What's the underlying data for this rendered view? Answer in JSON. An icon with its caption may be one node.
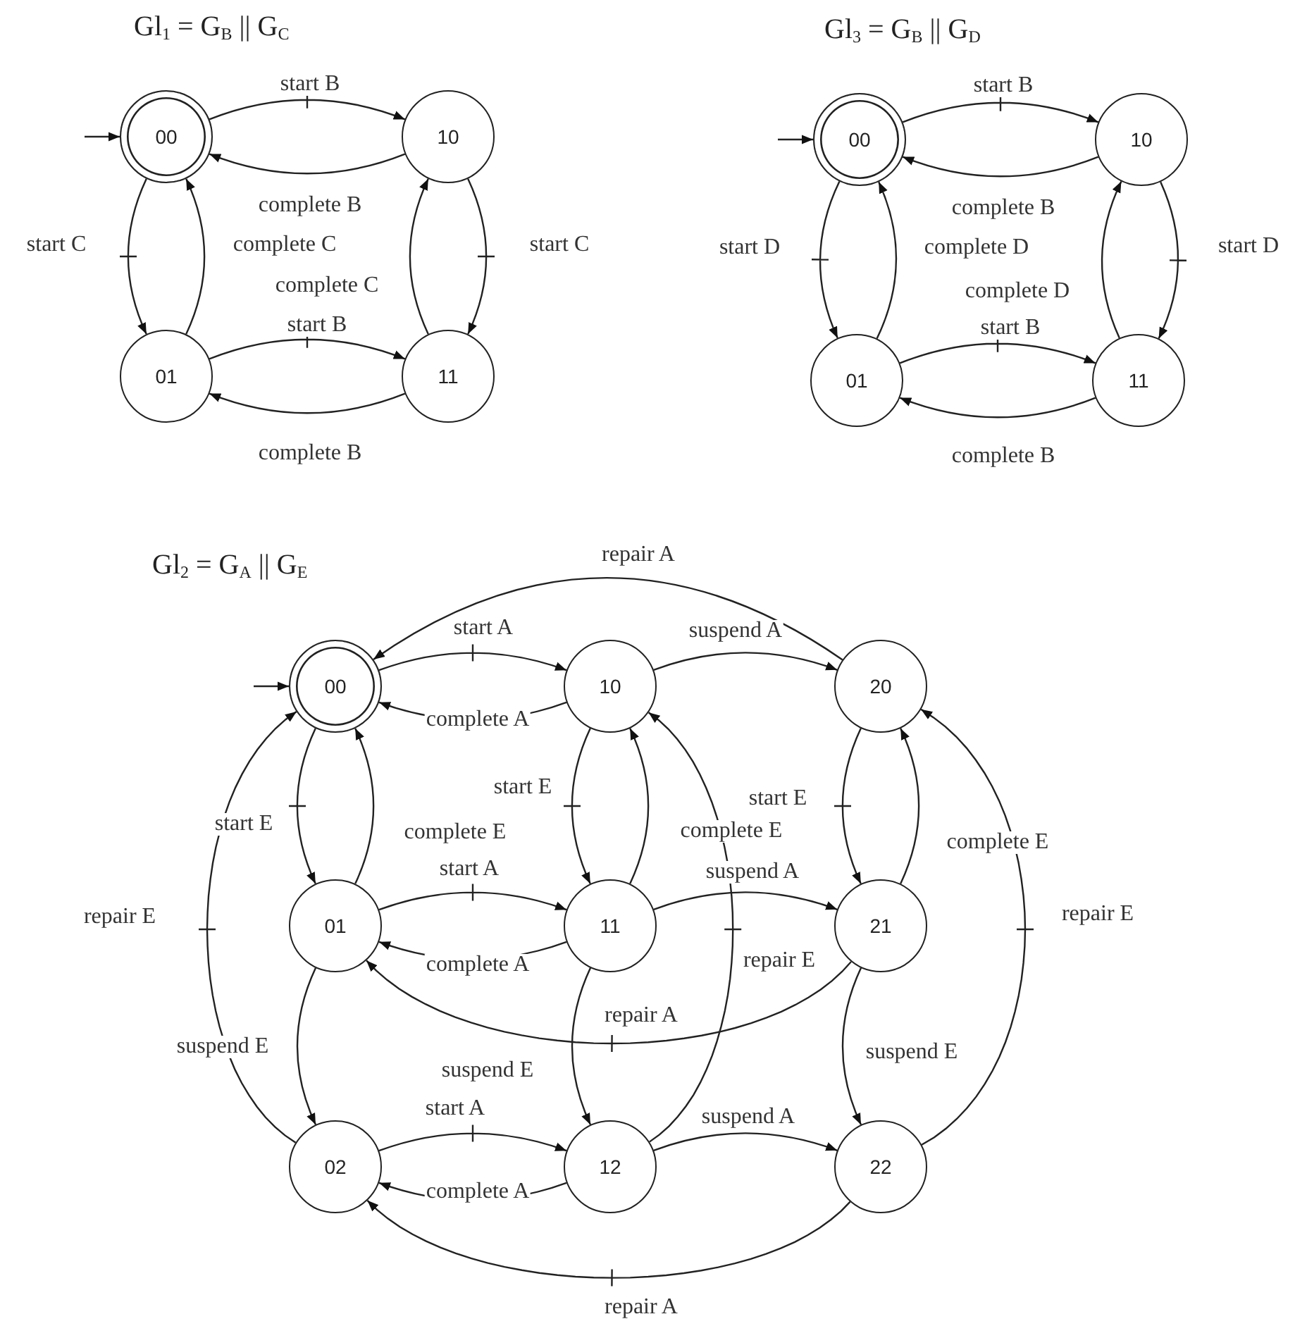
{
  "diagram": {
    "nodes": [
      {
        "text": [
          "00"
        ]
      },
      {
        "text": [
          "10"
        ]
      },
      {
        "text": [
          "01"
        ]
      },
      {
        "text": [
          "11"
        ]
      },
      {
        "text": [
          "00"
        ]
      },
      {
        "text": [
          "10"
        ]
      },
      {
        "text": [
          "01"
        ]
      },
      {
        "text": [
          "11"
        ]
      },
      {
        "text": [
          "00"
        ]
      },
      {
        "text": [
          "10"
        ]
      },
      {
        "text": [
          "20"
        ]
      },
      {
        "text": [
          "01"
        ]
      },
      {
        "text": [
          "11"
        ]
      },
      {
        "text": [
          "21"
        ]
      },
      {
        "text": [
          "02"
        ]
      },
      {
        "text": [
          "12"
        ]
      },
      {
        "text": [
          "22"
        ]
      }
    ],
    "edges": [
      {
        "from": null,
        "to": 0,
        "arrow": "to"
      },
      {
        "from": 0,
        "to": 1,
        "arrow": "to",
        "label": "start B"
      },
      {
        "from": 1,
        "to": 0,
        "arrow": "to",
        "label": "complete B"
      },
      {
        "from": 0,
        "to": 2,
        "arrow": "to",
        "label": "start C"
      },
      {
        "from": 2,
        "to": 0,
        "arrow": "to",
        "label": "complete C"
      },
      {
        "from": 1,
        "to": 3,
        "arrow": "to",
        "label": "start C"
      },
      {
        "from": 3,
        "to": 1,
        "arrow": "to",
        "label": "complete C"
      },
      {
        "from": 2,
        "to": 3,
        "arrow": "to",
        "label": "start B"
      },
      {
        "from": 3,
        "to": 2,
        "arrow": "to",
        "label": "complete B"
      },
      {
        "from": null,
        "to": 4,
        "arrow": "to"
      },
      {
        "from": 4,
        "to": 5,
        "arrow": "to",
        "label": "start B"
      },
      {
        "from": 5,
        "to": 4,
        "arrow": "to",
        "label": "complete B"
      },
      {
        "from": 4,
        "to": 6,
        "arrow": "to",
        "label": "start D"
      },
      {
        "from": 6,
        "to": 4,
        "arrow": "to",
        "label": "complete D"
      },
      {
        "from": 5,
        "to": 7,
        "arrow": "to",
        "label": "start D"
      },
      {
        "from": 7,
        "to": 5,
        "arrow": "to",
        "label": "complete D"
      },
      {
        "from": 6,
        "to": 7,
        "arrow": "to",
        "label": "start B"
      },
      {
        "from": 7,
        "to": 6,
        "arrow": "to",
        "label": "complete B"
      },
      {
        "from": null,
        "to": 8,
        "arrow": "to"
      },
      {
        "from": 8,
        "to": 9,
        "arrow": "to",
        "label": "start A"
      },
      {
        "from": 9,
        "to": 8,
        "arrow": "to",
        "label": "complete A"
      },
      {
        "from": 9,
        "to": 10,
        "arrow": "to",
        "label": "suspend A"
      },
      {
        "from": 10,
        "to": 8,
        "arrow": "to",
        "label": "repair A"
      },
      {
        "from": 8,
        "to": 11,
        "arrow": "to",
        "label": "start E"
      },
      {
        "from": 11,
        "to": 8,
        "arrow": "to",
        "label": "complete E"
      },
      {
        "from": 9,
        "to": 12,
        "arrow": "to",
        "label": "start E"
      },
      {
        "from": 12,
        "to": 9,
        "arrow": "to",
        "label": "complete E"
      },
      {
        "from": 10,
        "to": 13,
        "arrow": "to",
        "label": "start E"
      },
      {
        "from": 13,
        "to": 10,
        "arrow": "to",
        "label": "complete E"
      },
      {
        "from": 11,
        "to": 12,
        "arrow": "to",
        "label": "start A"
      },
      {
        "from": 12,
        "to": 11,
        "arrow": "to",
        "label": "complete A"
      },
      {
        "from": 12,
        "to": 13,
        "arrow": "to",
        "label": "suspend A"
      },
      {
        "from": 13,
        "to": 11,
        "arrow": "to",
        "label": "repair A"
      },
      {
        "from": 11,
        "to": 14,
        "arrow": "to",
        "label": "suspend E"
      },
      {
        "from": 12,
        "to": 15,
        "arrow": "to",
        "label": "suspend E"
      },
      {
        "from": 13,
        "to": 16,
        "arrow": "to",
        "label": "suspend E"
      },
      {
        "from": 14,
        "to": 15,
        "arrow": "to",
        "label": "start A"
      },
      {
        "from": 15,
        "to": 14,
        "arrow": "to",
        "label": "complete A"
      },
      {
        "from": 15,
        "to": 16,
        "arrow": "to",
        "label": "suspend A"
      },
      {
        "from": 16,
        "to": 14,
        "arrow": "to",
        "label": "repair A"
      },
      {
        "from": 14,
        "to": 8,
        "arrow": "to",
        "label": "repair E"
      },
      {
        "from": 15,
        "to": 9,
        "arrow": "to",
        "label": "repair E"
      },
      {
        "from": 16,
        "to": 10,
        "arrow": "to",
        "label": "repair E"
      }
    ],
    "labels": [
      "Gl$_{1}$ = G$_{B}$ || G$_{C}$",
      "Gl$_{3}$ = G$_{B}$ || G$_{D}$",
      "Gl$_{2}$ = G$_{A}$ || G$_{E}$"
    ]
  }
}
